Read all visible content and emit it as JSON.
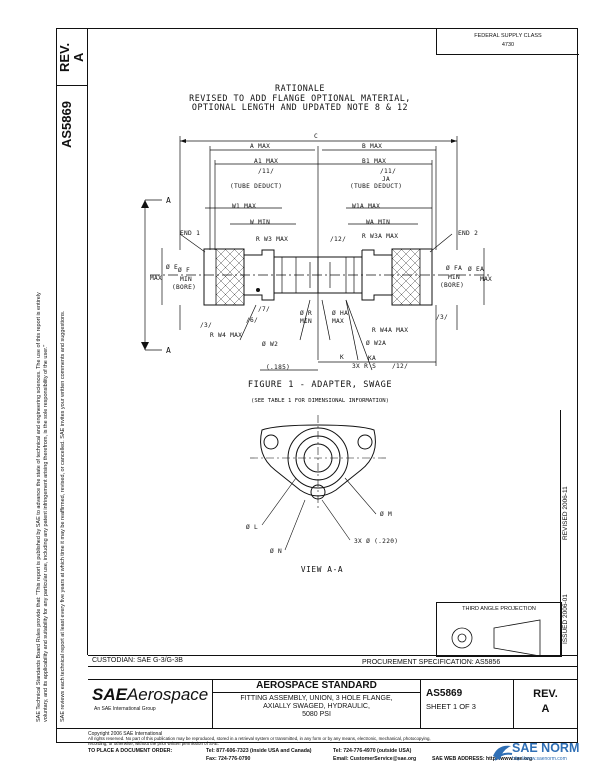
{
  "doc_number": "AS5869",
  "revision_label": "REV.",
  "revision": "A",
  "top_stamp_line1": "FEDERAL SUPPLY CLASS",
  "top_stamp_line2": "4730",
  "rationale": {
    "title": "RATIONALE",
    "line1": "REVISED TO ADD FLANGE OPTIONAL MATERIAL,",
    "line2": "OPTIONAL LENGTH AND UPDATED NOTE 8 & 12"
  },
  "figure": {
    "caption": "FIGURE 1 - ADAPTER, SWAGE",
    "note": "(SEE TABLE 1 FOR DIMENSIONAL INFORMATION)",
    "view_label": "VIEW A-A",
    "dims": {
      "c": "C",
      "a_max": "A MAX",
      "b_max": "B MAX",
      "a1_max": "A1 MAX",
      "b1_max": "B1 MAX",
      "note11_left": "/11/",
      "note11_right": "/11/",
      "ja": "JA",
      "tube_deduct_left": "(TUBE DEDUCT)",
      "tube_deduct_right": "(TUBE DEDUCT)",
      "a_section": "A",
      "w1_max": "W1 MAX",
      "w_min": "W MIN",
      "r_w3_max": "R W3 MAX",
      "w1a_max": "W1A MAX",
      "wa_min": "WA MIN",
      "r_w3a_max": "R W3A MAX",
      "note12_top": "/12/",
      "end1": "END 1",
      "end2": "END 2",
      "e_max": "Ø E",
      "max_left": "MAX",
      "f_min_bore": "Ø F",
      "min_left": "MIN",
      "bore_left": "(BORE)",
      "ea_max": "Ø EA",
      "max_right": "MAX",
      "fa_min": "Ø FA",
      "min_right": "MIN",
      "bore_right": "(BORE)",
      "note3_left": "/3/",
      "note7": "/7/",
      "note6": "/6/",
      "r_w4_max": "R W4 MAX",
      "w2": "Ø W2",
      "r_min": "Ø R",
      "min2": "MIN",
      "ha_max": "Ø HA",
      "max2": "MAX",
      "r_w4a_max": "R W4A MAX",
      "w2a": "Ø W2A",
      "ka": "KA",
      "dim_185": "(.185)",
      "k": "K",
      "rs_3x": "3X R S",
      "note12_bottom": "/12/",
      "note3_right": "/3/",
      "a_section_bottom": "A",
      "m": "Ø M",
      "l": "Ø L",
      "n": "Ø N",
      "holes_3x": "3X Ø (.220)"
    }
  },
  "third_angle_label": "THIRD ANGLE PROJECTION",
  "issued_vertical": "ISSUED 2006-01",
  "revised_vertical": "REVISED 2006-11",
  "left_notice_1": "SAE Technical Standards Board Rules provide that: \"This report is published by SAE to advance the state of technical and engineering sciences. The use of this report is entirely",
  "left_notice_2": "voluntary, and its applicability and suitability for any particular use, including any patent infringement arising therefrom, is the sole responsibility of the user.\"",
  "left_notice_3": "SAE reviews each technical report at least every five years at which time it may be reaffirmed, revised, or cancelled. SAE invites your written comments and suggestions.",
  "custodian": "CUSTODIAN: SAE G-3/G-3B",
  "procurement": "PROCUREMENT SPECIFICATION: AS5856",
  "logo_sae": "SAE",
  "logo_aerospace": "Aerospace",
  "logo_tagline": "An SAE International Group",
  "standard_heading": "AEROSPACE STANDARD",
  "title_line1": "FITTING ASSEMBLY, UNION, 3 HOLE FLANGE,",
  "title_line2": "AXIALLY SWAGED, HYDRAULIC,",
  "title_line3": "5080 PSI",
  "sheet": "SHEET 1 OF 3",
  "footer": {
    "copyright": "Copyright 2006 SAE International",
    "rights": "All rights reserved. No part of this publication may be reproduced, stored in a retrieval system or transmitted, in any form or by any means, electronic, mechanical, photocopying,",
    "rights2": "recording, or otherwise, without the prior written permission of SAE.",
    "order_label": "TO PLACE A DOCUMENT ORDER:",
    "tel1": "Tel: 877-606-7323 (inside USA and Canada)",
    "tel2": "Tel: 724-776-4970 (outside USA)",
    "fax": "Fax: 724-776-0790",
    "email": "Email: CustomerService@sae.org",
    "web": "SAE WEB ADDRESS: http://www.sae.org"
  },
  "watermark_text": "SAE NORM",
  "watermark_url": "http://www.saenorm.com"
}
